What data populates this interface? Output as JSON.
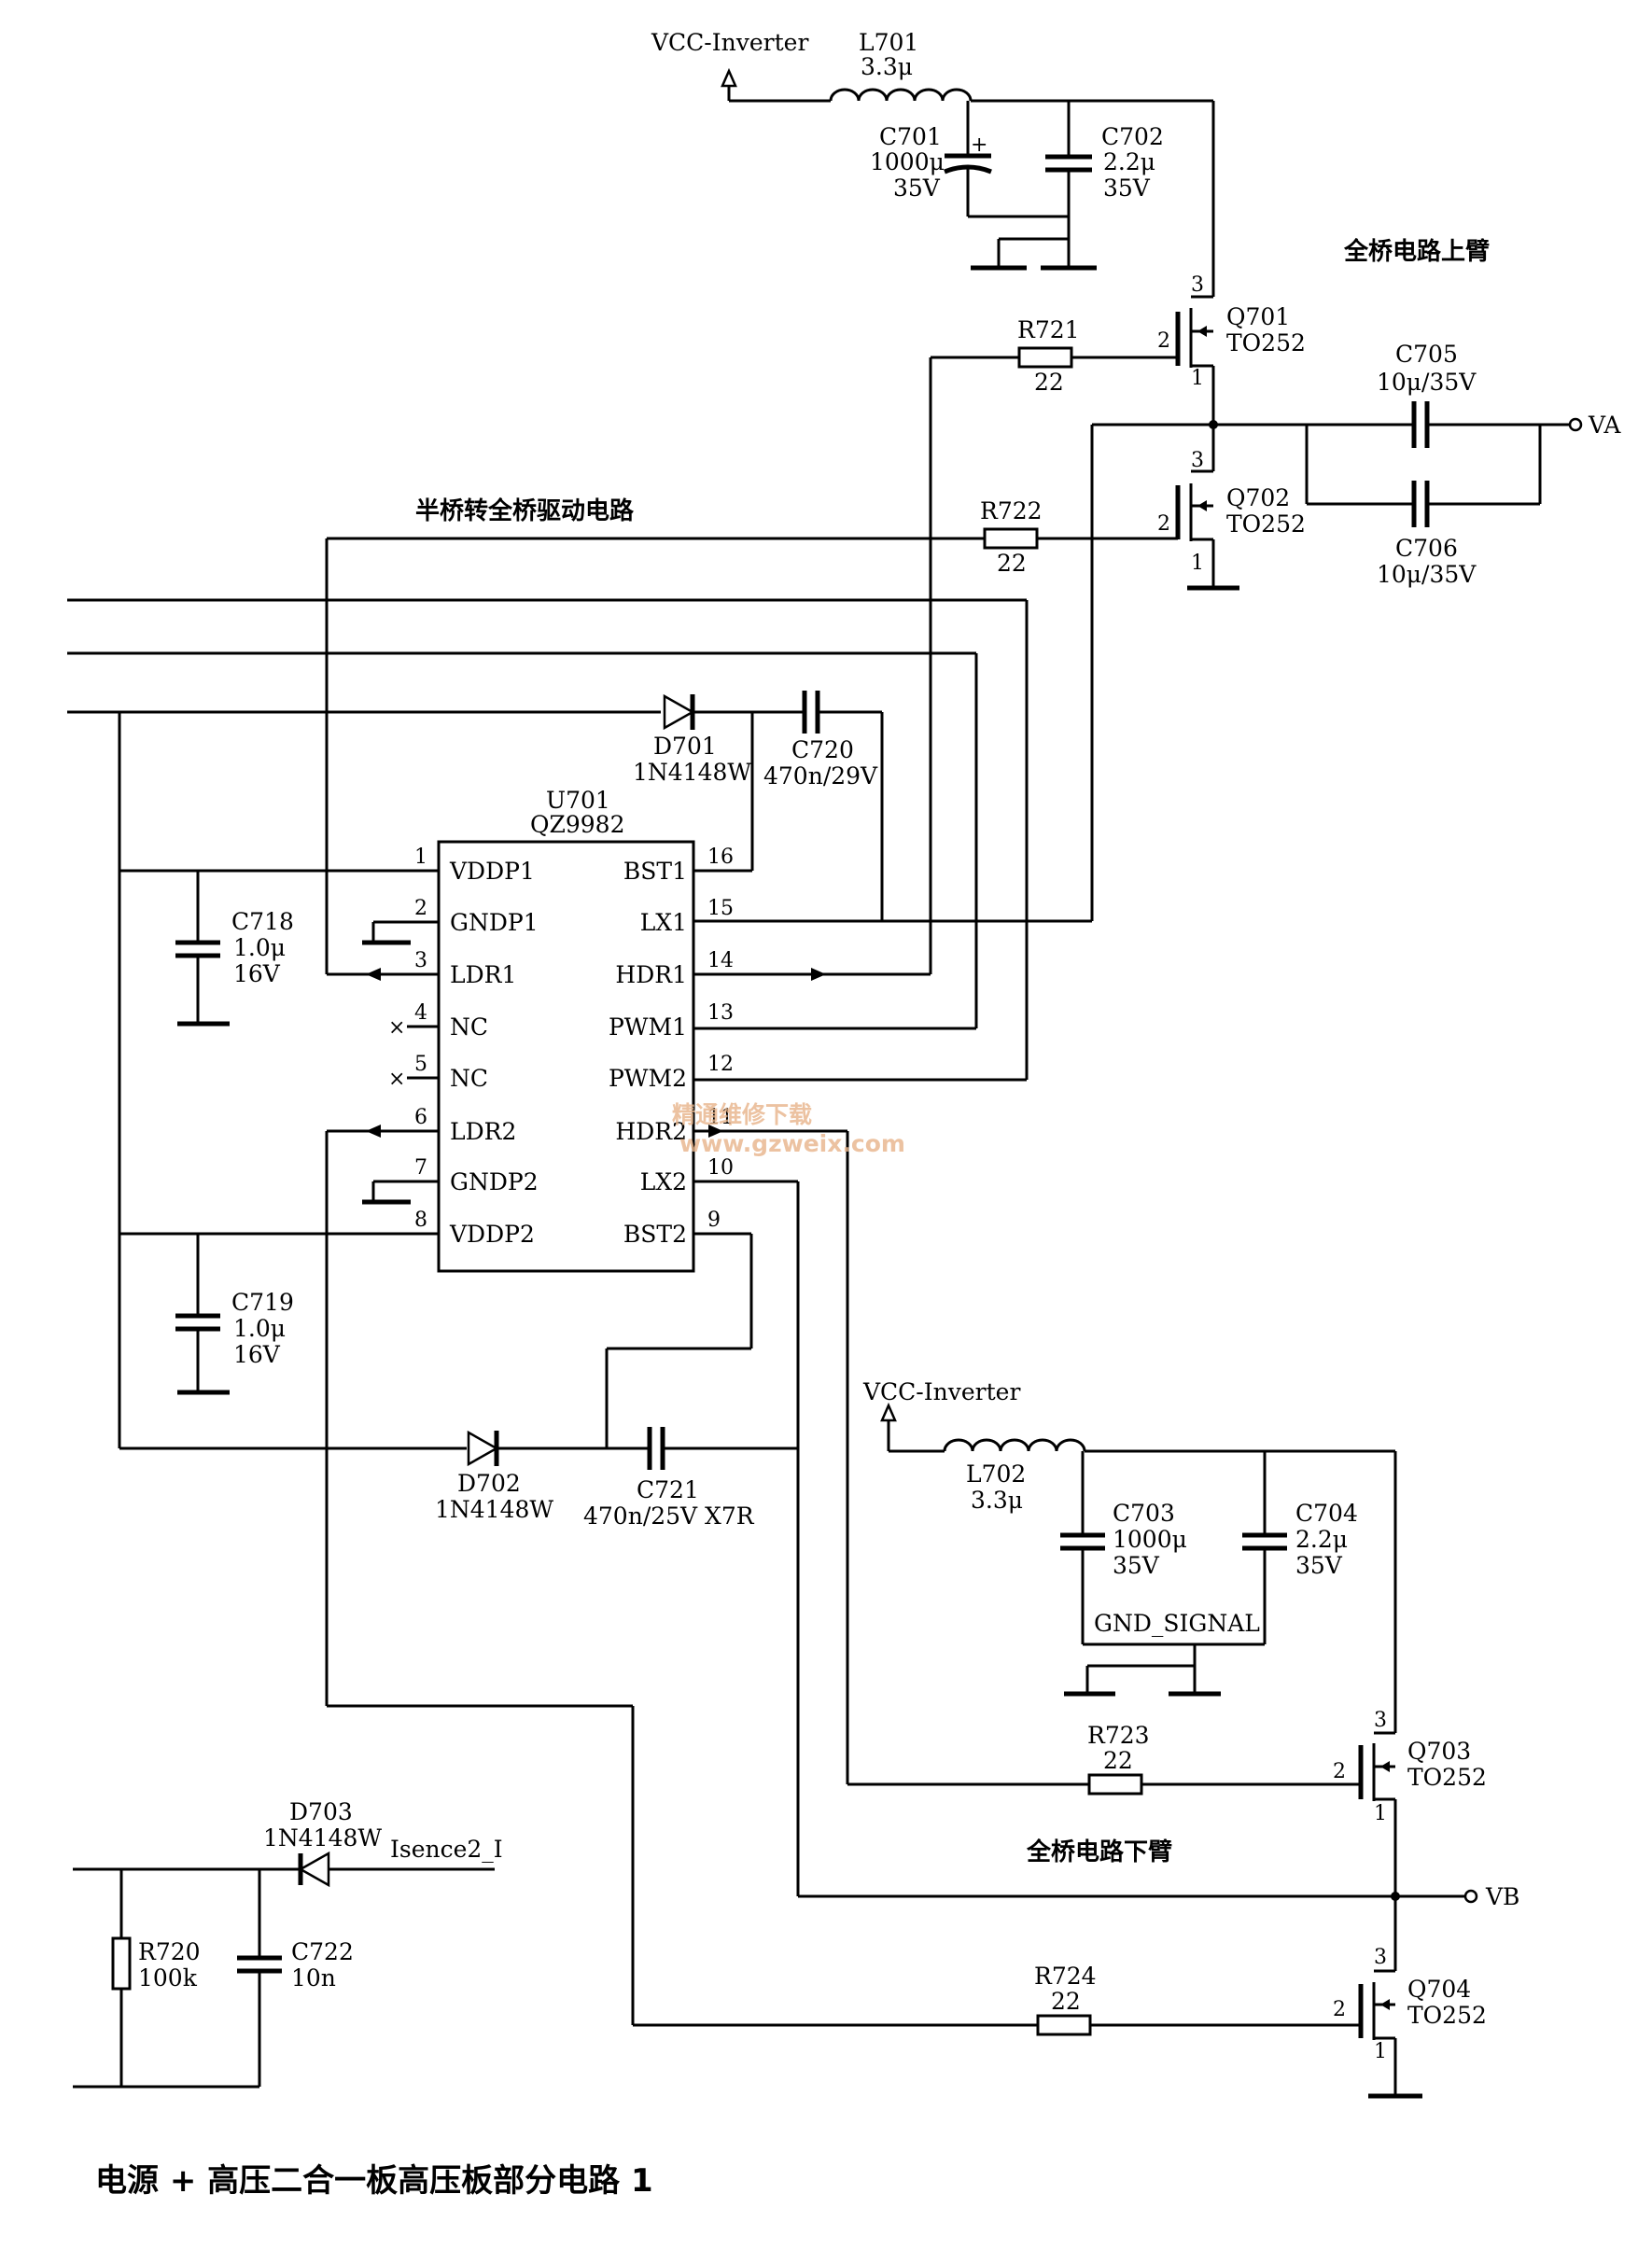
{
  "title": "电源 + 高压二合一板高压板部分电路 1",
  "sections": {
    "upper_arm": "全桥电路上臂",
    "lower_arm": "全桥电路下臂",
    "driver": "半桥转全桥驱动电路"
  },
  "watermark": {
    "cn": "精通维修下载",
    "url": "www.gzweix.com"
  },
  "supply": {
    "vcc1": "VCC-Inverter",
    "vcc2": "VCC-Inverter",
    "gnd_signal": "GND_SIGNAL"
  },
  "outputs": {
    "va": "VA",
    "vb": "VB"
  },
  "net_labels": {
    "isence": "Isence2_I"
  },
  "inductors": {
    "L701": {
      "ref": "L701",
      "value": "3.3μ"
    },
    "L702": {
      "ref": "L702",
      "value": "3.3μ"
    }
  },
  "capacitors": {
    "C701": {
      "ref": "C701",
      "value": "1000μ",
      "voltage": "35V",
      "polarity": "+"
    },
    "C702": {
      "ref": "C702",
      "value": "2.2μ",
      "voltage": "35V"
    },
    "C703": {
      "ref": "C703",
      "value": "1000μ",
      "voltage": "35V"
    },
    "C704": {
      "ref": "C704",
      "value": "2.2μ",
      "voltage": "35V"
    },
    "C705": {
      "ref": "C705",
      "value": "10μ/35V"
    },
    "C706": {
      "ref": "C706",
      "value": "10μ/35V"
    },
    "C718": {
      "ref": "C718",
      "value": "1.0μ",
      "voltage": "16V"
    },
    "C719": {
      "ref": "C719",
      "value": "1.0μ",
      "voltage": "16V"
    },
    "C720": {
      "ref": "C720",
      "value": "470n/29V"
    },
    "C721": {
      "ref": "C721",
      "value": "470n/25V X7R"
    },
    "C722": {
      "ref": "C722",
      "value": "10n"
    }
  },
  "resistors": {
    "R720": {
      "ref": "R720",
      "value": "100k"
    },
    "R721": {
      "ref": "R721",
      "value": "22"
    },
    "R722": {
      "ref": "R722",
      "value": "22"
    },
    "R723": {
      "ref": "R723",
      "value": "22"
    },
    "R724": {
      "ref": "R724",
      "value": "22"
    }
  },
  "diodes": {
    "D701": {
      "ref": "D701",
      "part": "1N4148W"
    },
    "D702": {
      "ref": "D702",
      "part": "1N4148W"
    },
    "D703": {
      "ref": "D703",
      "part": "1N4148W"
    }
  },
  "transistors": {
    "Q701": {
      "ref": "Q701",
      "package": "TO252",
      "pins": [
        "3",
        "2",
        "1"
      ]
    },
    "Q702": {
      "ref": "Q702",
      "package": "TO252",
      "pins": [
        "3",
        "2",
        "1"
      ]
    },
    "Q703": {
      "ref": "Q703",
      "package": "TO252",
      "pins": [
        "3",
        "2",
        "1"
      ]
    },
    "Q704": {
      "ref": "Q704",
      "package": "TO252",
      "pins": [
        "3",
        "2",
        "1"
      ]
    }
  },
  "ic": {
    "ref": "U701",
    "part": "QZ9982",
    "left_pins": [
      {
        "num": "1",
        "name": "VDDP1"
      },
      {
        "num": "2",
        "name": "GNDP1"
      },
      {
        "num": "3",
        "name": "LDR1"
      },
      {
        "num": "4",
        "name": "NC"
      },
      {
        "num": "5",
        "name": "NC"
      },
      {
        "num": "6",
        "name": "LDR2"
      },
      {
        "num": "7",
        "name": "GNDP2"
      },
      {
        "num": "8",
        "name": "VDDP2"
      }
    ],
    "right_pins": [
      {
        "num": "16",
        "name": "BST1"
      },
      {
        "num": "15",
        "name": "LX1"
      },
      {
        "num": "14",
        "name": "HDR1"
      },
      {
        "num": "13",
        "name": "PWM1"
      },
      {
        "num": "12",
        "name": "PWM2"
      },
      {
        "num": "11",
        "name": "HDR2"
      },
      {
        "num": "10",
        "name": "LX2"
      },
      {
        "num": "9",
        "name": "BST2"
      }
    ]
  }
}
